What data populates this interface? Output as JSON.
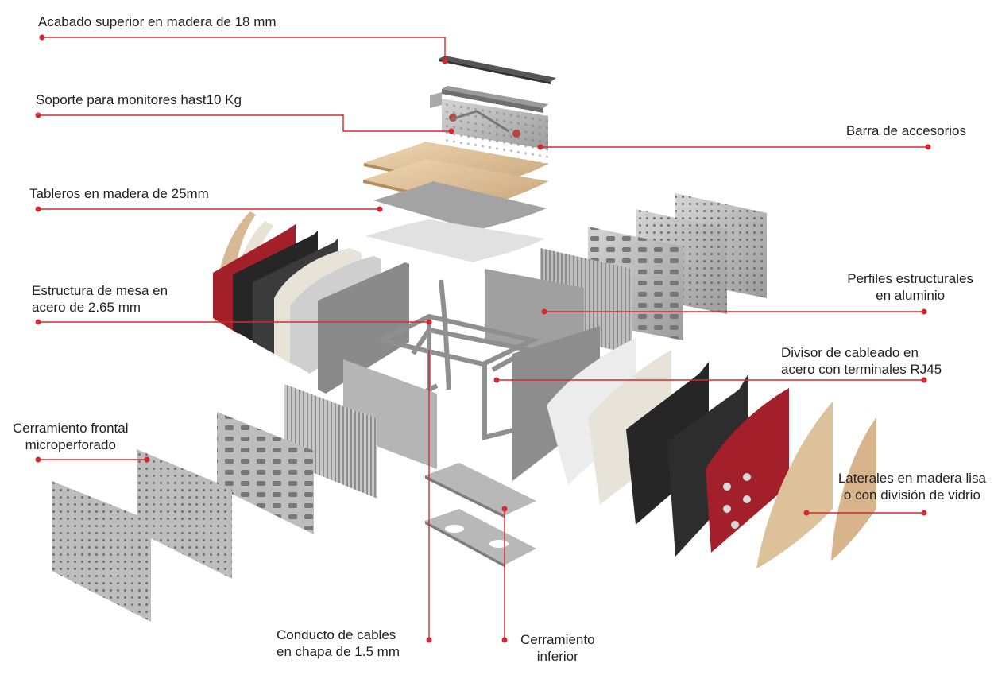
{
  "colors": {
    "accent": "#d7282f",
    "text": "#231f20",
    "steel_light": "#c9c9c9",
    "steel_mid": "#a6a6a6",
    "steel_dark": "#7d7d7d",
    "wood": "#e3c9a4",
    "wood_dark": "#c9a77c",
    "red_panel": "#a3202a",
    "black_panel": "#262626",
    "cream_panel": "#e7e3d9"
  },
  "labels": {
    "top_finish": "Acabado superior en madera de 18 mm",
    "monitor_support": "Soporte para monitores hast10 Kg",
    "accessory_bar": "Barra de accesorios",
    "boards": "Tableros en madera de 25mm",
    "structure_l1": "Estructura de mesa en",
    "structure_l2": "acero de 2.65 mm",
    "profiles_l1": "Perfiles estructurales",
    "profiles_l2": "en aluminio",
    "divider_l1": "Divisor de cableado en",
    "divider_l2": "acero con terminales RJ45",
    "front_l1": "Cerramiento frontal",
    "front_l2": "microperforado",
    "sides_l1": "Laterales en madera lisa",
    "sides_l2": "o con división de vidrio",
    "duct_l1": "Conducto de cables",
    "duct_l2": "en chapa de 1.5 mm",
    "bottom_l1": "Cerramiento",
    "bottom_l2": "inferior"
  }
}
